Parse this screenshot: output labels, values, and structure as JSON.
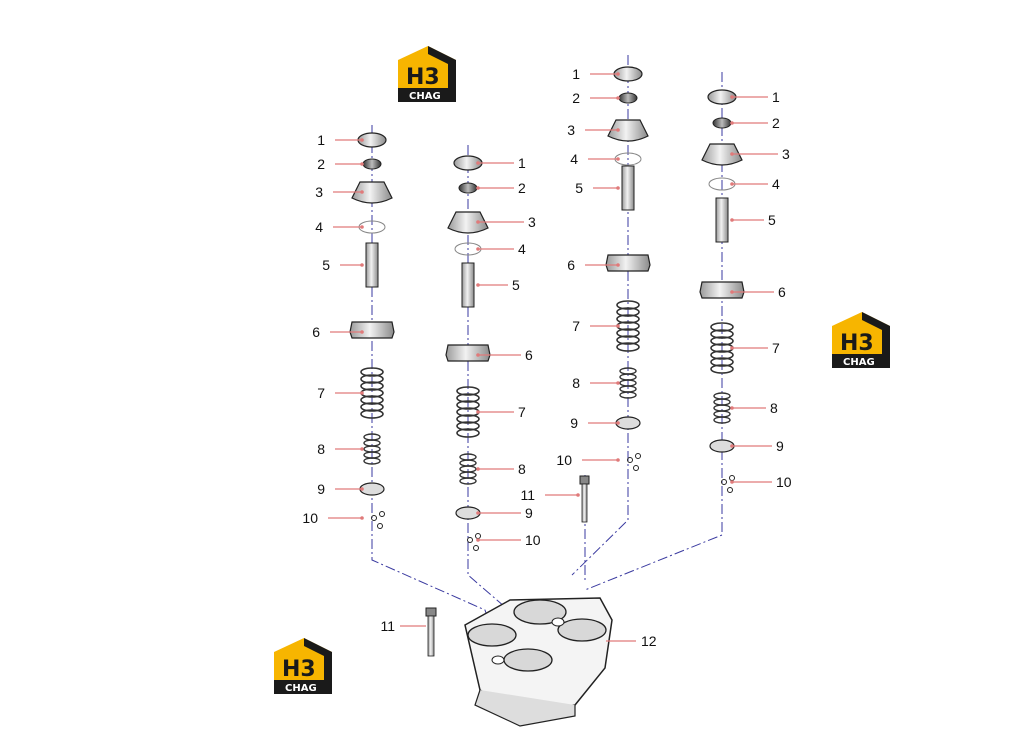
{
  "logo": {
    "main": "H3",
    "sub": "CHAG"
  },
  "colors": {
    "leader": "#e07a7a",
    "axis": "#3a3aa0",
    "logo_yellow": "#f7b500",
    "logo_dark": "#1a1a1a"
  },
  "assemblies": [
    {
      "name": "valve-column-1",
      "labels": [
        "1",
        "2",
        "3",
        "4",
        "5",
        "6",
        "7",
        "8",
        "9",
        "10"
      ]
    },
    {
      "name": "valve-column-2",
      "labels": [
        "1",
        "2",
        "3",
        "4",
        "5",
        "6",
        "7",
        "8",
        "9",
        "10"
      ]
    },
    {
      "name": "valve-column-3",
      "labels": [
        "1",
        "2",
        "3",
        "4",
        "5",
        "6",
        "7",
        "8",
        "9",
        "10",
        "11"
      ]
    },
    {
      "name": "valve-column-4",
      "labels": [
        "1",
        "2",
        "3",
        "4",
        "5",
        "6",
        "7",
        "8",
        "9",
        "10"
      ]
    }
  ],
  "body_labels": {
    "bolt": "11",
    "housing": "12"
  }
}
